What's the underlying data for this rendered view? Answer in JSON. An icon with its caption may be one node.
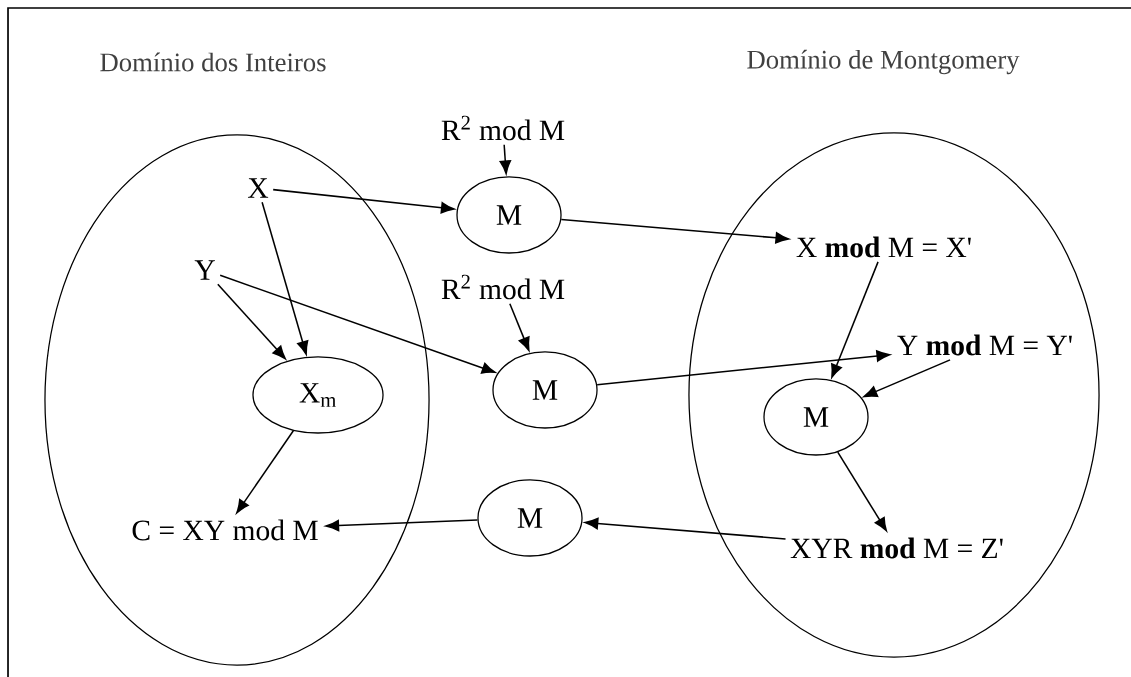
{
  "diagram": {
    "nodes": [
      {
        "text": [
          "Domínio dos Inteiros"
        ]
      },
      {
        "text": [
          "X"
        ],
        "in": 0
      },
      {
        "text": [
          "Y"
        ],
        "in": 0
      },
      {
        "text": [
          "X$_{m}$"
        ],
        "in": 0
      },
      {
        "text": [
          "C = XY mod M"
        ],
        "in": 0
      },
      {
        "text": [
          "R$^{2}$ mod M"
        ]
      },
      {
        "text": [
          "M"
        ]
      },
      {
        "text": [
          "R$^{2}$ mod M"
        ]
      },
      {
        "text": [
          "M"
        ]
      },
      {
        "text": [
          "M"
        ]
      },
      {
        "text": [
          "Domínio de Montgomery"
        ]
      },
      {
        "text": [
          "X **mod** M = X'"
        ],
        "in": 10
      },
      {
        "text": [
          "Y **mod** M = Y'"
        ],
        "in": 10
      },
      {
        "text": [
          "M"
        ],
        "in": 10
      },
      {
        "text": [
          "XYR **mod** M = Z'"
        ],
        "in": 10
      }
    ],
    "edges": [
      {
        "from": 1,
        "to": 6,
        "arrow": "to"
      },
      {
        "from": 1,
        "to": 3,
        "arrow": "to"
      },
      {
        "from": 2,
        "to": 3,
        "arrow": "to"
      },
      {
        "from": 2,
        "to": 8,
        "arrow": "to"
      },
      {
        "from": 3,
        "to": 4,
        "arrow": "to"
      },
      {
        "from": 5,
        "to": 6,
        "arrow": "to"
      },
      {
        "from": 7,
        "to": 8,
        "arrow": "to"
      },
      {
        "from": 6,
        "to": 11,
        "arrow": "to"
      },
      {
        "from": 8,
        "to": 12,
        "arrow": "to"
      },
      {
        "from": 11,
        "to": 13,
        "arrow": "to"
      },
      {
        "from": 12,
        "to": 13,
        "arrow": "to"
      },
      {
        "from": 13,
        "to": 14,
        "arrow": "to"
      },
      {
        "from": 14,
        "to": 9,
        "arrow": "to"
      },
      {
        "from": 9,
        "to": 4,
        "arrow": "to"
      }
    ]
  }
}
